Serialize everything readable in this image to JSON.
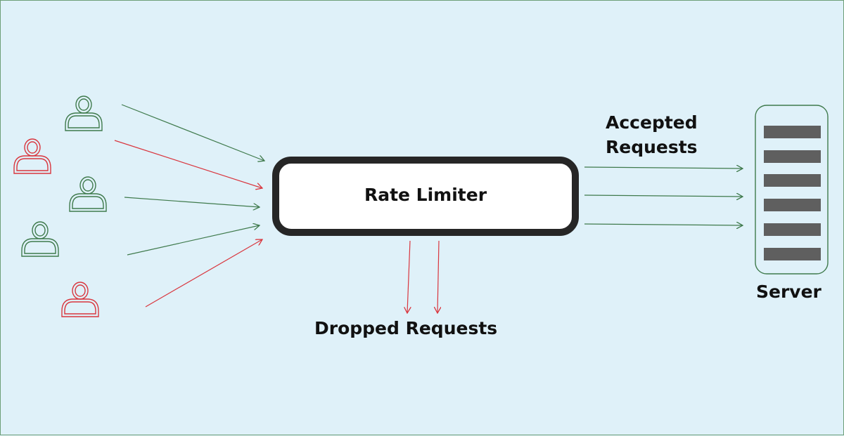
{
  "labels": {
    "rate_limiter": "Rate Limiter",
    "accepted": "Accepted\nRequests",
    "dropped": "Dropped Requests",
    "server": "Server"
  },
  "colors": {
    "background": "#dff1f9",
    "accepted": "#3f7a4c",
    "rejected": "#d9363e",
    "box_border": "#262626",
    "server_slot": "#5f5f5f"
  },
  "clients": [
    {
      "status": "accepted",
      "icon": "user-icon"
    },
    {
      "status": "rejected",
      "icon": "user-icon"
    },
    {
      "status": "accepted",
      "icon": "user-icon"
    },
    {
      "status": "accepted",
      "icon": "user-icon"
    },
    {
      "status": "rejected",
      "icon": "user-icon"
    }
  ]
}
